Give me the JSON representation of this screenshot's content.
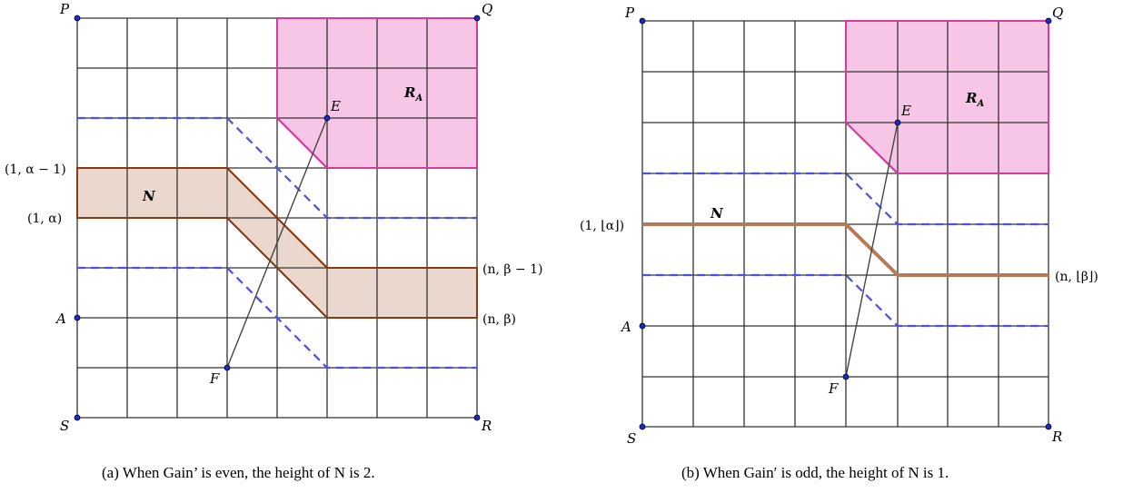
{
  "panel_a": {
    "label_P": "P",
    "label_Q": "Q",
    "label_S": "S",
    "label_R": "R",
    "label_A": "A",
    "label_E": "E",
    "label_F": "F",
    "label_RA": "R",
    "label_RA_sub": "A",
    "label_N": "N",
    "coord_1_alpha_minus_1": "(1, α − 1)",
    "coord_1_alpha": "(1, α)",
    "coord_n_beta_minus_1": "(n, β − 1)",
    "coord_n_beta": "(n, β)",
    "caption": "(a) When Gain’ is even, the height of N is 2.",
    "colors": {
      "region_fill": "#f7c6e6",
      "region_stroke": "#d63a9c",
      "band_fill": "#ead7cd",
      "band_stroke": "#8a3a10"
    }
  },
  "panel_b": {
    "label_P": "P",
    "label_Q": "Q",
    "label_S": "S",
    "label_R": "R",
    "label_A": "A",
    "label_E": "E",
    "label_F": "F",
    "label_RA": "R",
    "label_RA_sub": "A",
    "label_N": "N",
    "coord_1_floor_alpha": "(1, ⌊α⌋)",
    "coord_n_floor_beta": "(n, ⌊β⌋)",
    "caption": "(b) When Gain′ is odd, the height of N is 1.",
    "colors": {
      "path_stroke": "#b87a55",
      "dash": "#4a4ff0"
    }
  }
}
